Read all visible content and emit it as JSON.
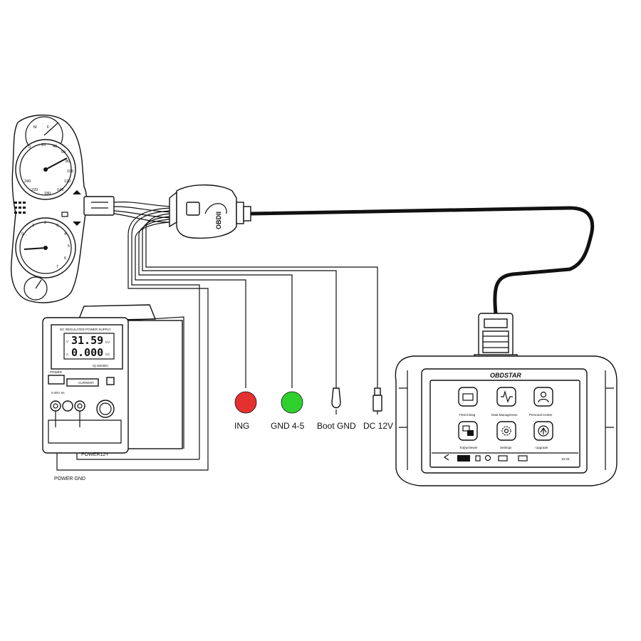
{
  "connectors": {
    "ing": {
      "label": "ING",
      "color": "#e53030"
    },
    "gnd45": {
      "label": "GND 4-5",
      "color": "#2ed02e"
    },
    "boot_gnd": {
      "label": "Boot GND"
    },
    "dc12v": {
      "label": "DC 12V"
    }
  },
  "obd_connector": {
    "label": "OBDII"
  },
  "power_supply": {
    "title": "DC REGULATED POWER SUPPLY",
    "voltage_display": "31.59",
    "current_display": "0.000",
    "unit_v": "CV",
    "unit_a": "CC",
    "unit_v_prefix": "V",
    "unit_a_prefix": "A",
    "model": "IQ.3003DC",
    "power_label": "POWER",
    "current_label": "CURRENT",
    "range_label": "0-30V  3A",
    "power_pos_label": "POWER12+",
    "power_gnd_label": "POWER GND"
  },
  "device": {
    "brand": "OBDSTAR",
    "apps": [
      {
        "label": "Petrol Diag",
        "icon": "car-diagnosis-icon"
      },
      {
        "label": "Data Manageness",
        "icon": "waveform-icon"
      },
      {
        "label": "Personal Center",
        "icon": "person-icon"
      },
      {
        "label": "TodayViewer",
        "icon": "remote-view-icon"
      },
      {
        "label": "Settings",
        "icon": "gear-icon"
      },
      {
        "label": "Upgrade",
        "icon": "upgrade-icon"
      }
    ],
    "status_time": "10:33"
  }
}
